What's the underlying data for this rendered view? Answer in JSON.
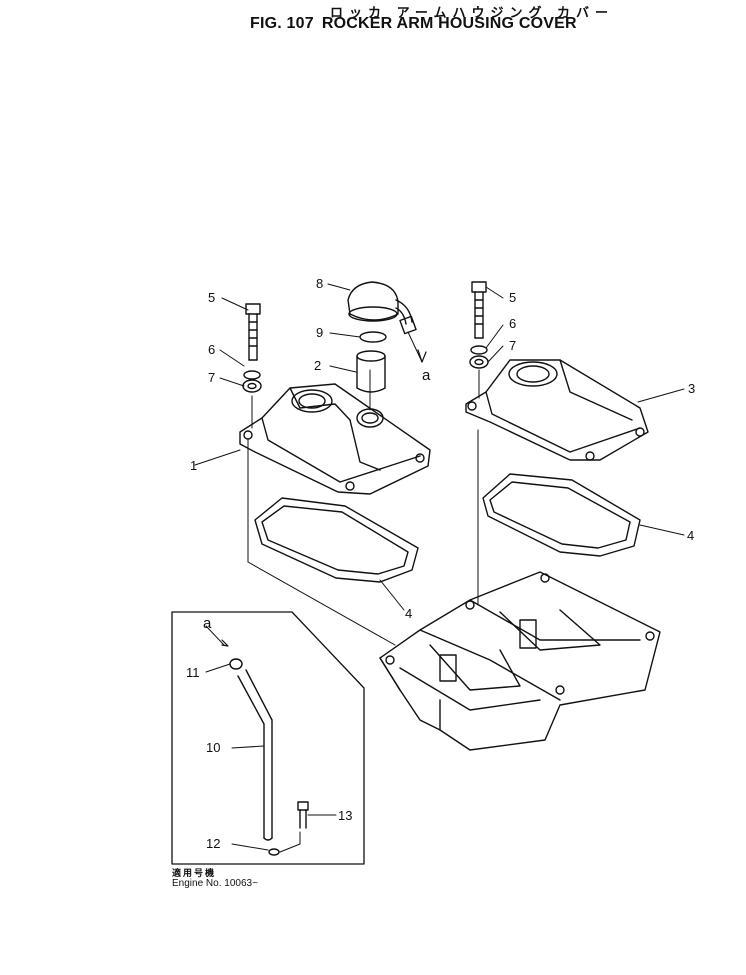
{
  "header": {
    "japanese_title": "ロッカ アームハウジング カバー",
    "fig_number": "FIG. 107",
    "fig_title": "ROCKER ARM HOUSING COVER"
  },
  "callouts": [
    "1",
    "2",
    "3",
    "4",
    "4",
    "5",
    "5",
    "6",
    "6",
    "7",
    "7",
    "8",
    "9",
    "10",
    "11",
    "12",
    "13"
  ],
  "connection_label": "a",
  "inset_note": {
    "applicability_jp": "適用号機",
    "engine": "Engine No. 10063~"
  }
}
